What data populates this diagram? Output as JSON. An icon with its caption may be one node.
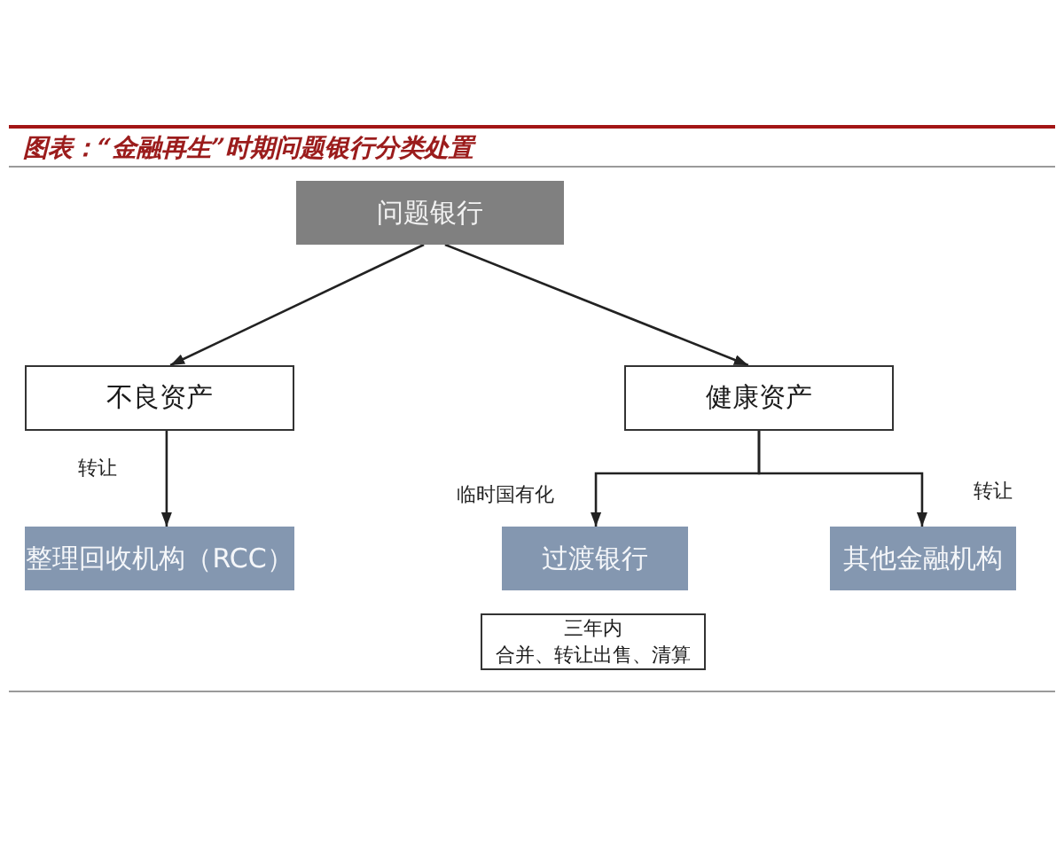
{
  "diagram": {
    "title": "图表：“金融再生”时期问题银行分类处置",
    "nodes": [
      {
        "text": [
          "问题银行"
        ]
      },
      {
        "text": [
          "不良资产"
        ]
      },
      {
        "text": [
          "健康资产"
        ]
      },
      {
        "text": [
          "整理回收机构（RCC）"
        ]
      },
      {
        "text": [
          "过渡银行"
        ]
      },
      {
        "text": [
          "其他金融机构"
        ]
      },
      {
        "text": [
          "三年内",
          "合并、转让出售、清算"
        ]
      }
    ],
    "edges": [
      {
        "from": 0,
        "to": 1,
        "arrow": "to"
      },
      {
        "from": 0,
        "to": 2,
        "arrow": "to"
      },
      {
        "from": 1,
        "to": 3,
        "arrow": "to",
        "label": "转让"
      },
      {
        "from": 2,
        "to": 4,
        "arrow": "to",
        "label": "临时国有化"
      },
      {
        "from": 2,
        "to": 5,
        "arrow": "to",
        "label": "转让"
      }
    ]
  }
}
